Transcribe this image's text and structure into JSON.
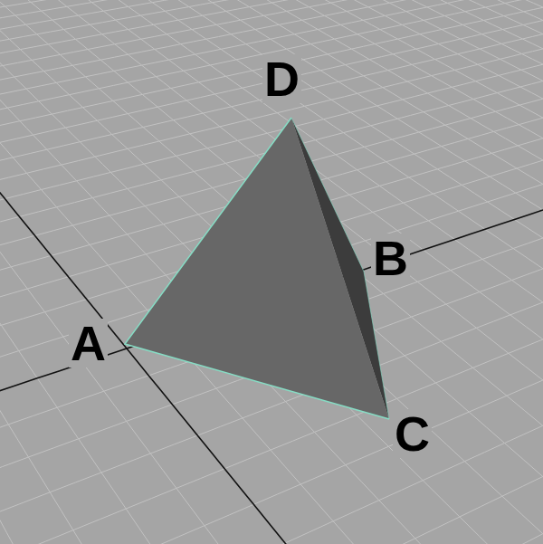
{
  "diagram": {
    "labels": [
      "D",
      "B",
      "A",
      "C"
    ]
  }
}
